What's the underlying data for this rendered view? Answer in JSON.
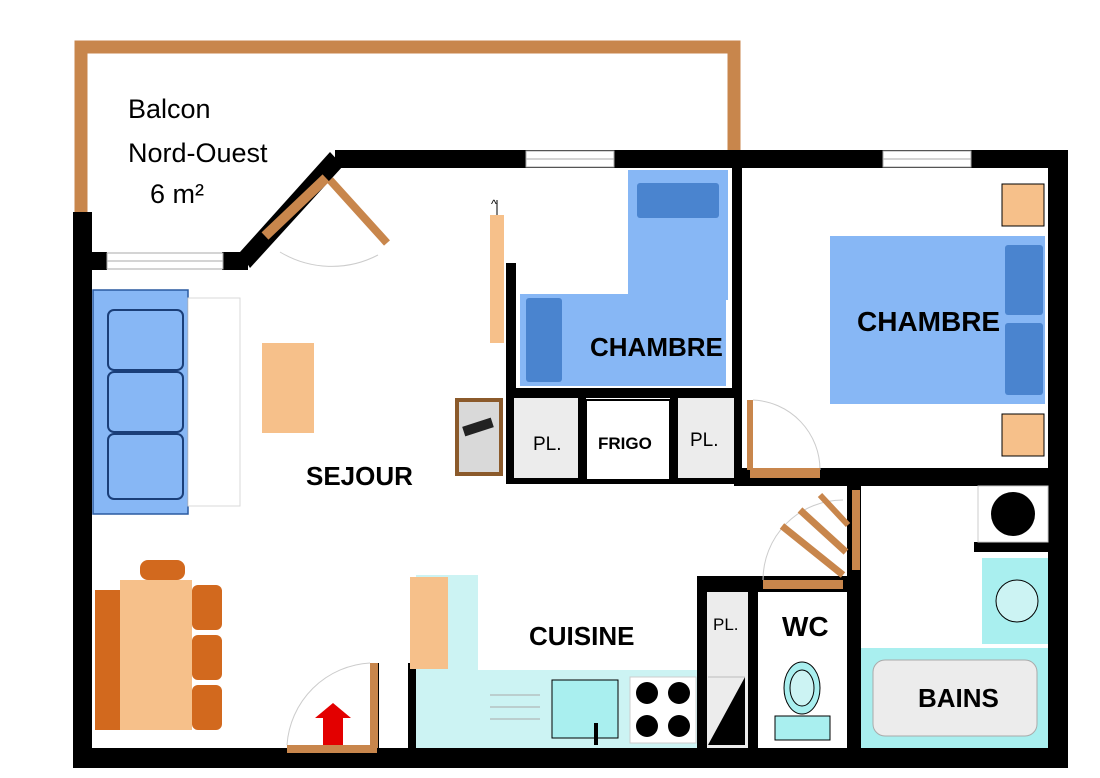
{
  "plan": {
    "balcony": {
      "line1": "Balcon",
      "line2": "Nord-Ouest",
      "line3": "6  m²"
    },
    "rooms": {
      "sejour": "SEJOUR",
      "cuisine": "CUISINE",
      "chambre_small": "CHAMBRE",
      "chambre_large": "CHAMBRE",
      "wc": "WC",
      "bains": "BAINS"
    },
    "closets": {
      "pl_left": "PL.",
      "pl_right": "PL.",
      "pl_kitchen": "PL.",
      "frigo": "FRIGO"
    },
    "colors": {
      "wall": "#000000",
      "balcony_rail": "#c8864c",
      "furniture_wood": "#f6c08a",
      "chair": "#d2691e",
      "bed": "#87b7f5",
      "pillow": "#4a84cf",
      "sanitary": "#a9efef",
      "entry_arrow": "#e30000"
    }
  }
}
